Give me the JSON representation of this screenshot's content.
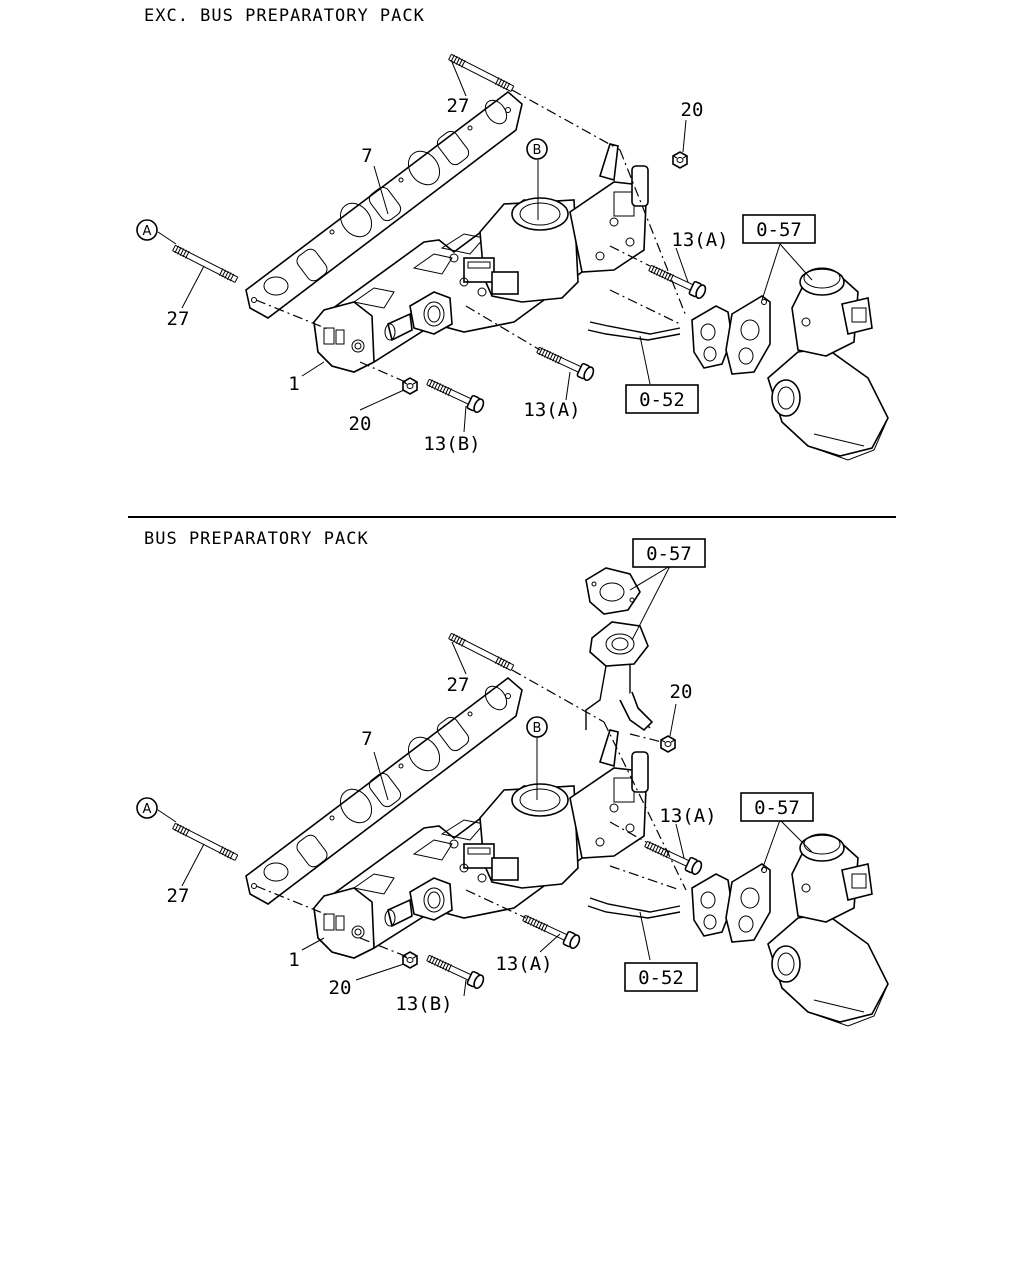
{
  "sections": [
    {
      "caption": "EXC. BUS PREPARATORY PACK",
      "labels": {
        "bolt_27_top": "27",
        "nut_20_top": "20",
        "gasket_7": "7",
        "ref_b": "B",
        "ref_a": "A",
        "bolt_13a_right": "13(A)",
        "ref_box_057": "0-57",
        "bolt_27_left": "27",
        "manifold_1": "1",
        "nut_20_bottom": "20",
        "bolt_13a_bottom": "13(A)",
        "ref_box_052": "0-52",
        "bolt_13b": "13(B)"
      }
    },
    {
      "caption": "BUS PREPARATORY PACK",
      "labels": {
        "ref_box_057_top": "0-57",
        "bolt_27_top": "27",
        "nut_20_top": "20",
        "gasket_7": "7",
        "ref_b": "B",
        "ref_a": "A",
        "bolt_13a_right": "13(A)",
        "ref_box_057": "0-57",
        "bolt_27_left": "27",
        "manifold_1": "1",
        "nut_20_bottom": "20",
        "bolt_13a_bottom": "13(A)",
        "ref_box_052": "0-52",
        "bolt_13b": "13(B)"
      }
    }
  ]
}
